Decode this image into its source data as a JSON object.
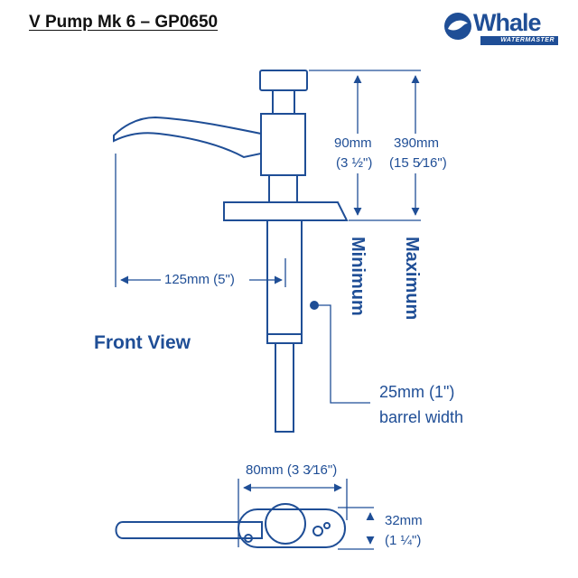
{
  "title": "V Pump Mk 6 – GP0650",
  "brand": {
    "name": "Whale",
    "tagline": "WATERMASTER"
  },
  "front_view_label": "Front View",
  "dimensions": {
    "min_height_mm": "90mm",
    "min_height_in": "(3 ½\")",
    "max_height_mm": "390mm",
    "max_height_in": "(15 5⁄16\")",
    "spout_reach": "125mm (5\")",
    "barrel_mm": "25mm (1\")",
    "barrel_desc": "barrel width",
    "base_width_mm": "80mm (3 3⁄16\")",
    "base_depth_mm": "32mm",
    "base_depth_in": "(1 ¼\")"
  },
  "labels": {
    "minimum": "Minimum",
    "maximum": "Maximum"
  },
  "colors": {
    "dimension": "#1f4e96",
    "outline": "#1f4e96",
    "title": "#111111"
  }
}
